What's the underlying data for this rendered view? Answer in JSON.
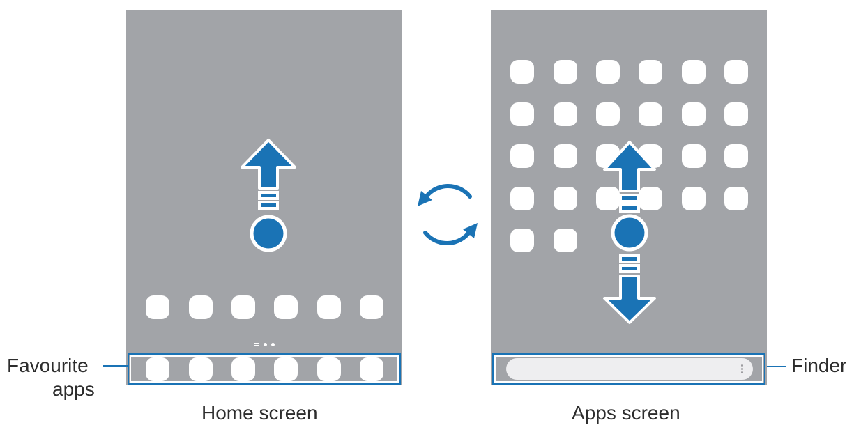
{
  "labels": {
    "favourite_apps_line1": "Favourite",
    "favourite_apps_line2": "apps",
    "finder": "Finder",
    "home_screen": "Home screen",
    "apps_screen": "Apps screen"
  },
  "colors": {
    "accent": "#1a73b5",
    "screen": "#a2a4a8",
    "icon": "#ffffff"
  },
  "icons": {
    "swipe_up": "arrow-up-icon",
    "swipe_down": "arrow-down-icon",
    "touch_point": "circle-icon",
    "switch": "refresh-icon",
    "finder_menu": "more-vert-icon"
  }
}
